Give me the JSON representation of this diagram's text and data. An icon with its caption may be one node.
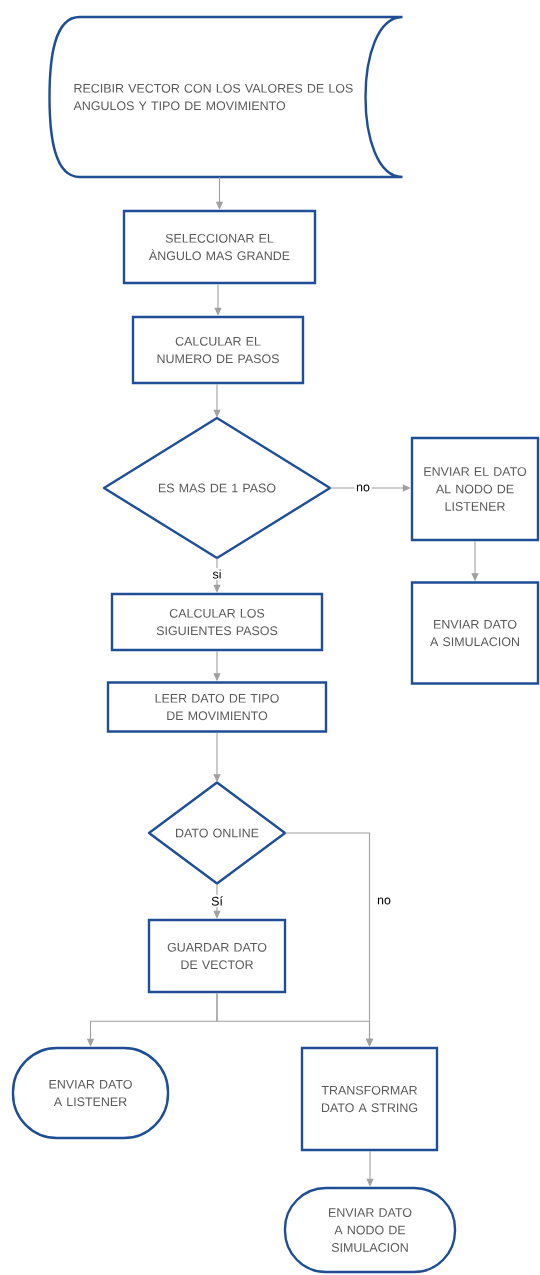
{
  "diagram": {
    "nodes": [
      {
        "text": [
          "RECIBIR VECTOR CON LOS VALORES DE LOS ANGULOS Y TIPO DE MOVIMIENTO"
        ]
      },
      {
        "text": [
          "SELECCIONAR EL ÀNGULO MAS GRANDE"
        ]
      },
      {
        "text": [
          "CALCULAR EL NUMERO DE PASOS"
        ]
      },
      {
        "text": [
          "ES MAS DE 1 PASO"
        ]
      },
      {
        "text": [
          "ENVIAR EL DATO AL NODO DE LISTENER"
        ]
      },
      {
        "text": [
          "ENVIAR DATO A SIMULACION"
        ]
      },
      {
        "text": [
          "CALCULAR LOS SIGUIENTES PASOS"
        ]
      },
      {
        "text": [
          "LEER DATO DE TIPO DE MOVIMIENTO"
        ]
      },
      {
        "text": [
          "DATO ONLINE"
        ]
      },
      {
        "text": [
          "GUARDAR DATO DE VECTOR"
        ]
      },
      {
        "text": [
          "ENVIAR DATO A LISTENER"
        ]
      },
      {
        "text": [
          "TRANSFORMAR DATO A STRING"
        ]
      },
      {
        "text": [
          "ENVIAR DATO A NODO DE SIMULACION"
        ]
      }
    ],
    "edges": [
      {
        "from": 0,
        "to": 1,
        "arrow": "to"
      },
      {
        "from": 1,
        "to": 2,
        "arrow": "to"
      },
      {
        "from": 2,
        "to": 3,
        "arrow": "to"
      },
      {
        "from": 3,
        "to": 4,
        "arrow": "to",
        "label": "no"
      },
      {
        "from": 4,
        "to": 5,
        "arrow": "to"
      },
      {
        "from": 3,
        "to": 6,
        "arrow": "to",
        "label": "si"
      },
      {
        "from": 6,
        "to": 7,
        "arrow": "to"
      },
      {
        "from": 7,
        "to": 8,
        "arrow": "to"
      },
      {
        "from": 8,
        "to": 11,
        "arrow": "to",
        "label": "no"
      },
      {
        "from": 8,
        "to": 9,
        "arrow": "to",
        "label": "Sí"
      },
      {
        "from": 9,
        "to": 10,
        "arrow": "to"
      },
      {
        "from": 9,
        "to": 11,
        "arrow": "to"
      },
      {
        "from": 11,
        "to": 12,
        "arrow": "to"
      }
    ]
  }
}
